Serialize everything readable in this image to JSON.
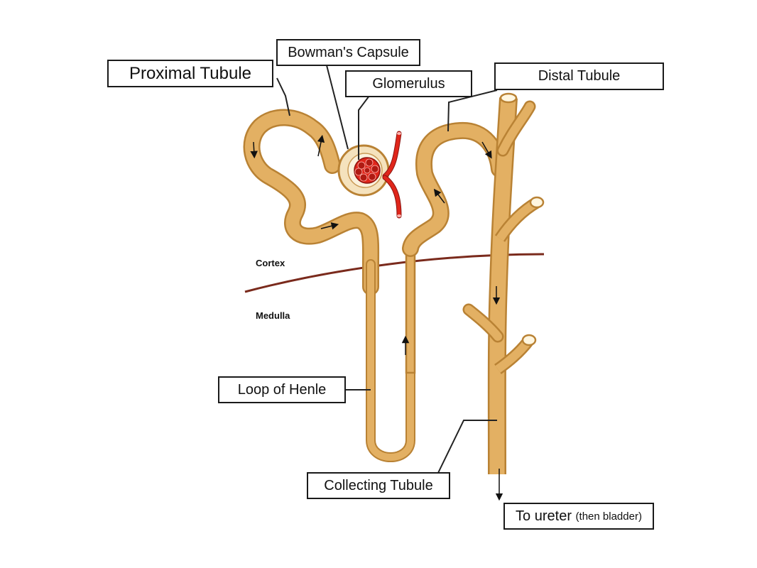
{
  "labels": {
    "proximal": "Proximal Tubule",
    "bowman": "Bowman's Capsule",
    "glomerulus": "Glomerulus",
    "distal": "Distal Tubule",
    "henle": "Loop of Henle",
    "collecting": "Collecting Tubule",
    "ureter": "To ureter",
    "ureter_note": "(then bladder)"
  },
  "regions": {
    "cortex": "Cortex",
    "medulla": "Medulla"
  },
  "colors": {
    "tubule_fill": "#e3b063",
    "tubule_outline": "#b98234",
    "blood_vessel": "#e0261b",
    "boundary_line": "#7a2a1c",
    "label_border": "#1a1a1a"
  }
}
